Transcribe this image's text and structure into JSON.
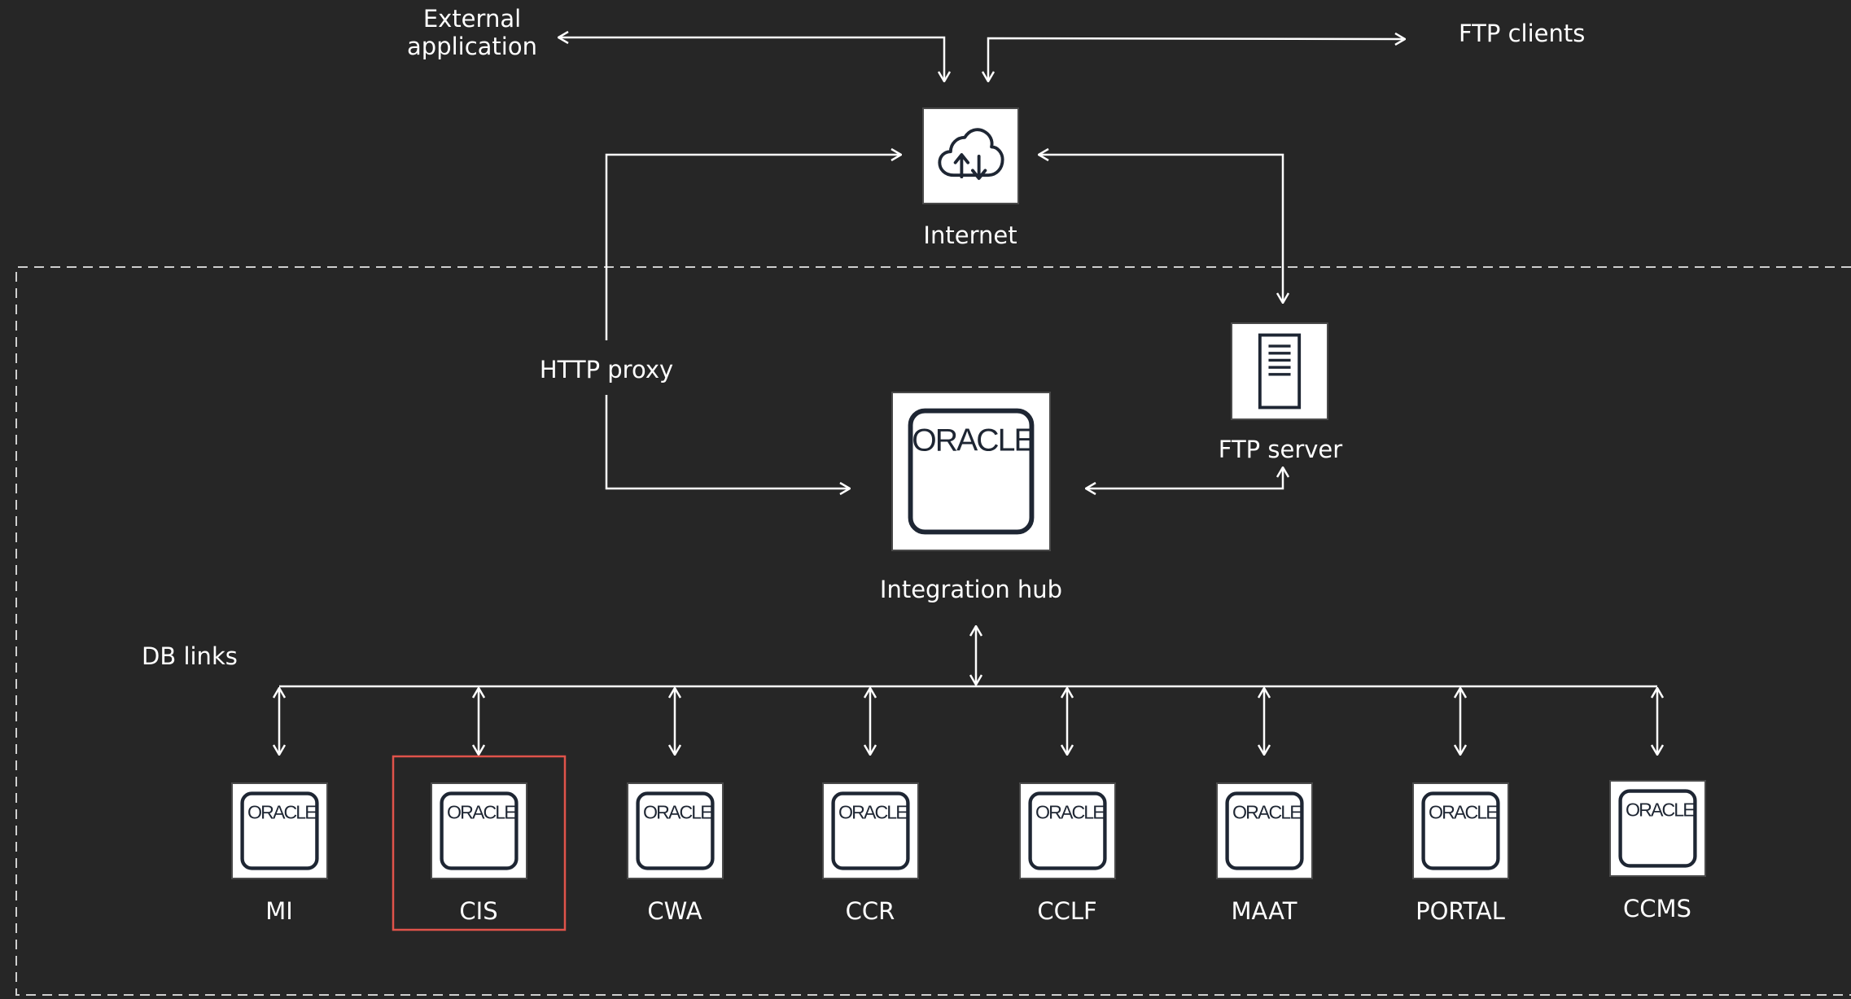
{
  "external": {
    "external_application": "External\napplication",
    "ftp_clients": "FTP clients",
    "internet": "Internet"
  },
  "internal": {
    "http_proxy": "HTTP proxy",
    "ftp_server": "FTP server",
    "integration_hub": "Integration hub",
    "db_links": "DB links"
  },
  "logo_text": "ORACLE",
  "databases": [
    {
      "name": "MI",
      "highlighted": false
    },
    {
      "name": "CIS",
      "highlighted": true
    },
    {
      "name": "CWA",
      "highlighted": false
    },
    {
      "name": "CCR",
      "highlighted": false
    },
    {
      "name": "CCLF",
      "highlighted": false
    },
    {
      "name": "MAAT",
      "highlighted": false
    },
    {
      "name": "PORTAL",
      "highlighted": false
    },
    {
      "name": "CCMS",
      "highlighted": false
    }
  ],
  "colors": {
    "background": "#262626",
    "line": "#ffffff",
    "highlight": "#e0534a",
    "icon_stroke": "#1e2633"
  }
}
